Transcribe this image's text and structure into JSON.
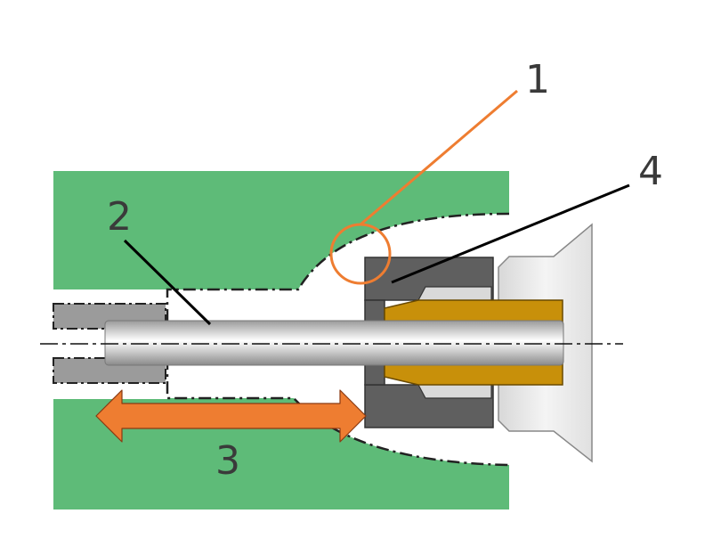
{
  "labels": {
    "l1": "1",
    "l2": "2",
    "l3": "3",
    "l4": "4"
  },
  "colors": {
    "workpiece": "#5ebb78",
    "tool": "#c0c0c0",
    "collet": "#c8900a",
    "holder": "#5f5f5f",
    "spindle": "#e5e5e5",
    "callout_1": "#ee7d31",
    "arrow_3": "#ee7d31",
    "leader": "#000000"
  }
}
